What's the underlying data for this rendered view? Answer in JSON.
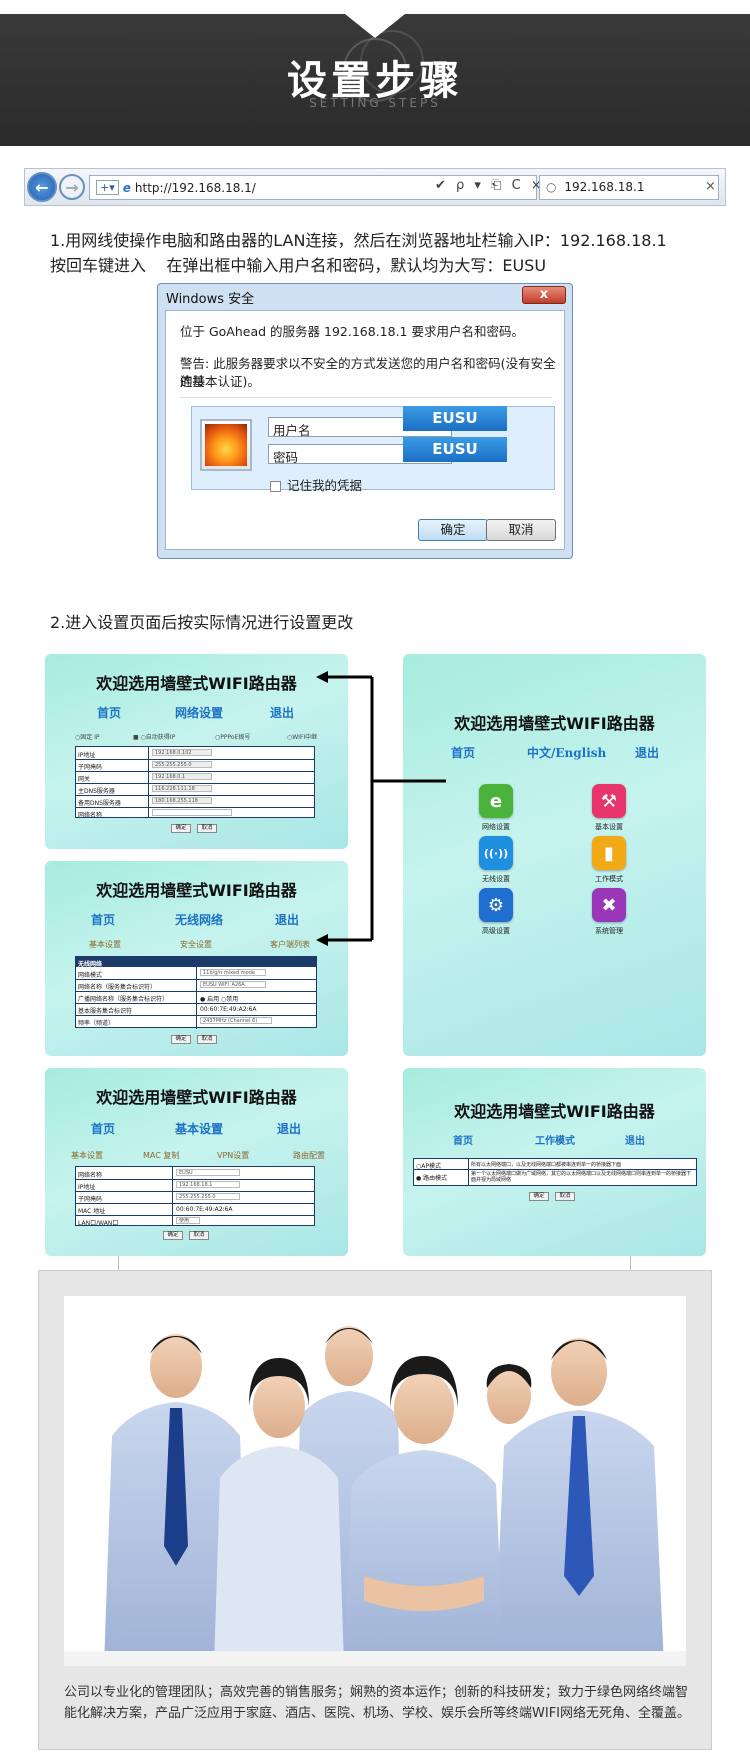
{
  "header": {
    "title": "设置步骤",
    "subtitle": "SETTING STEPS"
  },
  "browser": {
    "url": "http://192.168.18.1/",
    "tab_title": "192.168.18.1",
    "tab_close": "×",
    "tools": "✔ ρ ▾ ⎗ C ×"
  },
  "step1": {
    "line1": "1.用网线使操作电脑和路由器的LAN连接，然后在浏览器地址栏输入IP：192.168.18.1",
    "line2": "按回车键进入    在弹出框中输入用户名和密码，默认均为大写：EUSU"
  },
  "dialog": {
    "title": "Windows 安全",
    "close": "x",
    "message": "位于 GoAhead 的服务器 192.168.18.1 要求用户名和密码。",
    "warning_line1": "警告: 此服务器要求以不安全的方式发送您的用户名和密码(没有安全连接",
    "warning_line2": "的基本认证)。",
    "username_placeholder": "用户名",
    "password_placeholder": "密码",
    "username_value": "EUSU",
    "password_value": "EUSU",
    "remember": "记住我的凭据",
    "ok": "确定",
    "cancel": "取消"
  },
  "step2": {
    "text": "2.进入设置页面后按实际情况进行设置更改"
  },
  "panels": {
    "welcome": "欢迎选用墙壁式WIFI路由器",
    "p1": {
      "nav": [
        "首页",
        "网络设置",
        "退出"
      ],
      "modes": [
        "○固定 IP",
        "■ ○自动获得IP",
        "○PPPoE拨号",
        "○WIFI中继"
      ],
      "rows": [
        [
          "IP地址",
          "192.168.0.102"
        ],
        [
          "子网掩码",
          "255.255.255.0"
        ],
        [
          "网关",
          "192.168.0.1"
        ],
        [
          "主DNS服务器",
          "116.228.111.18"
        ],
        [
          "备用DNS服务器",
          "180.168.255.118"
        ],
        [
          "网络名称",
          ""
        ]
      ],
      "buttons": [
        "确定",
        "取消"
      ]
    },
    "p2": {
      "nav": [
        "首页",
        "无线网络",
        "退出"
      ],
      "tabs": [
        "基本设置",
        "安全设置",
        "客户端列表"
      ],
      "table_header": "无线网络",
      "rows": [
        [
          "网络模式",
          "11b/g/n mixed mode"
        ],
        [
          "网络名称（服务集合标识符）",
          "EUSU WIFI_A26A"
        ],
        [
          "广播网络名称（服务集合标识符）",
          "● 启用 ○禁用"
        ],
        [
          "基本服务集合标识符",
          "00:60:7E:49:A2:6A"
        ],
        [
          "频率（频道）",
          "2437MHz (Channel 6)"
        ]
      ],
      "buttons": [
        "确定",
        "取消"
      ]
    },
    "p3": {
      "nav": [
        "首页",
        "基本设置",
        "退出"
      ],
      "tabs": [
        "基本设置",
        "MAC 复制",
        "VPN设置",
        "路由配置"
      ],
      "rows": [
        [
          "网络名称",
          "EUSU"
        ],
        [
          "IP地址",
          "192.168.18.1"
        ],
        [
          "子网掩码",
          "255.255.255.0"
        ],
        [
          "MAC 地址",
          "00:60:7E:49:A2:6A"
        ],
        [
          "LAN口/WAN口",
          "使用"
        ]
      ],
      "buttons": [
        "确定",
        "取消"
      ]
    },
    "p4": {
      "nav": [
        "首页",
        "中文/English",
        "退出"
      ],
      "icons": [
        {
          "label": "网络设置",
          "glyph": "e",
          "color": "#4bb33c"
        },
        {
          "label": "基本设置",
          "glyph": "⚒",
          "color": "#e8356b"
        },
        {
          "label": "无线设置",
          "glyph": "((·))",
          "color": "#1f8fe0"
        },
        {
          "label": "工作模式",
          "glyph": "▮",
          "color": "#f2a916"
        },
        {
          "label": "高级设置",
          "glyph": "⚙",
          "color": "#1f6fd0"
        },
        {
          "label": "系统管理",
          "glyph": "✖",
          "color": "#9a36b8"
        }
      ]
    },
    "p5": {
      "nav": [
        "首页",
        "工作模式",
        "退出"
      ],
      "rows": [
        [
          "○AP模式",
          "所有以太网络端口，以及无线网络端口都被串连到单一的桥接器下面"
        ],
        [
          "● 路由模式",
          "第一个以太网络端口做为广域网络，其它的以太网络端口以及无线网络端口则串连到单一的桥接器下面并视为局域网络"
        ]
      ],
      "buttons": [
        "确定",
        "取消"
      ]
    }
  },
  "company": {
    "caption_line1": "公司以专业化的管理团队；高效完善的销售服务；娴熟的资本运作；创新的科技研发；致力于绿色网络终端智",
    "caption_line2": "能化解决方案，产品广泛应用于家庭、酒店、医院、机场、学校、娱乐会所等终端WIFI网络无死角、全覆盖。"
  }
}
